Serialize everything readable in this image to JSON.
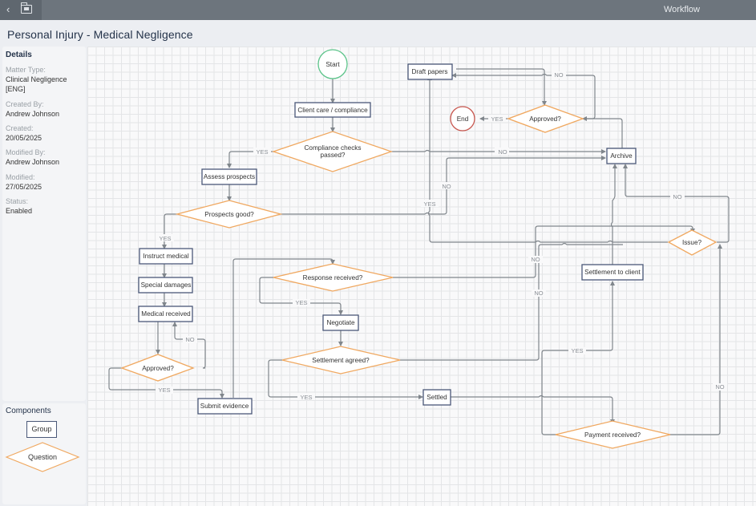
{
  "topbar": {
    "back_icon": "chevron-left-icon",
    "folder_icon": "matter-folder-icon",
    "title": "Workflow"
  },
  "header": {
    "title": "Personal Injury - Medical Negligence"
  },
  "details": {
    "heading": "Details",
    "fields": [
      {
        "label": "Matter Type:",
        "value": "Clinical Negligence [ENG]"
      },
      {
        "label": "Created By:",
        "value": "Andrew Johnson"
      },
      {
        "label": "Created:",
        "value": "20/05/2025"
      },
      {
        "label": "Modified By:",
        "value": "Andrew Johnson"
      },
      {
        "label": "Modified:",
        "value": "27/05/2025"
      },
      {
        "label": "Status:",
        "value": "Enabled"
      }
    ]
  },
  "components": {
    "heading": "Components",
    "items": [
      {
        "type": "group",
        "label": "Group"
      },
      {
        "type": "question",
        "label": "Question"
      }
    ]
  },
  "colors": {
    "group_border": "#4a5878",
    "question_border": "#f0a860",
    "start_border": "#5cc48a",
    "end_border": "#c8574f",
    "edge": "#80868c"
  },
  "flow": {
    "nodes": {
      "start": {
        "type": "start",
        "label": "Start"
      },
      "client_care": {
        "type": "group",
        "label": "Client care / compliance"
      },
      "compliance_q": {
        "type": "question",
        "label": "Compliance checks",
        "label2": "passed?"
      },
      "assess": {
        "type": "group",
        "label": "Assess prospects"
      },
      "prospects_q": {
        "type": "question",
        "label": "Prospects good?"
      },
      "instruct": {
        "type": "group",
        "label": "Instruct medical"
      },
      "special": {
        "type": "group",
        "label": "Special damages"
      },
      "med_received": {
        "type": "group",
        "label": "Medical received"
      },
      "approved1_q": {
        "type": "question",
        "label": "Approved?"
      },
      "submit": {
        "type": "group",
        "label": "Submit evidence"
      },
      "response_q": {
        "type": "question",
        "label": "Response received?"
      },
      "negotiate": {
        "type": "group",
        "label": "Negotiate"
      },
      "settlement_q": {
        "type": "question",
        "label": "Settlement agreed?"
      },
      "settled": {
        "type": "group",
        "label": "Settled"
      },
      "draft": {
        "type": "group",
        "label": "Draft papers"
      },
      "approved2_q": {
        "type": "question",
        "label": "Approved?"
      },
      "end": {
        "type": "end",
        "label": "End"
      },
      "archive": {
        "type": "group",
        "label": "Archive"
      },
      "issue_q": {
        "type": "question",
        "label": "Issue?"
      },
      "settle_client": {
        "type": "group",
        "label": "Settlement to client"
      },
      "payment_q": {
        "type": "question",
        "label": "Payment received?"
      }
    },
    "edge_labels": {
      "yes": "YES",
      "no": "NO"
    }
  }
}
